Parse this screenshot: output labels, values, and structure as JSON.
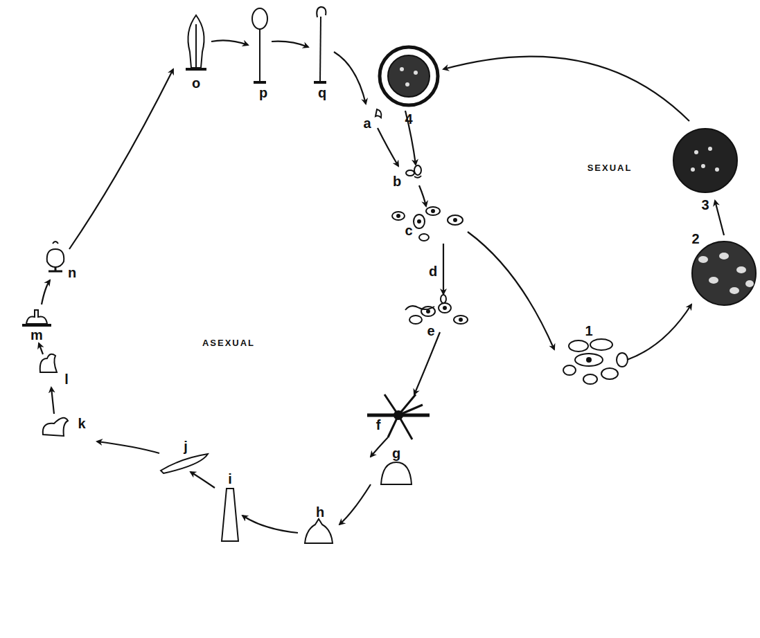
{
  "diagram": {
    "labels": [
      "o",
      "p",
      "q",
      "a",
      "b",
      "c",
      "d",
      "e",
      "f",
      "g",
      "h",
      "i",
      "j",
      "k",
      "l",
      "m",
      "n",
      "4",
      "3",
      "2",
      "1",
      "SEXUAL",
      "ASEXUAL"
    ]
  }
}
